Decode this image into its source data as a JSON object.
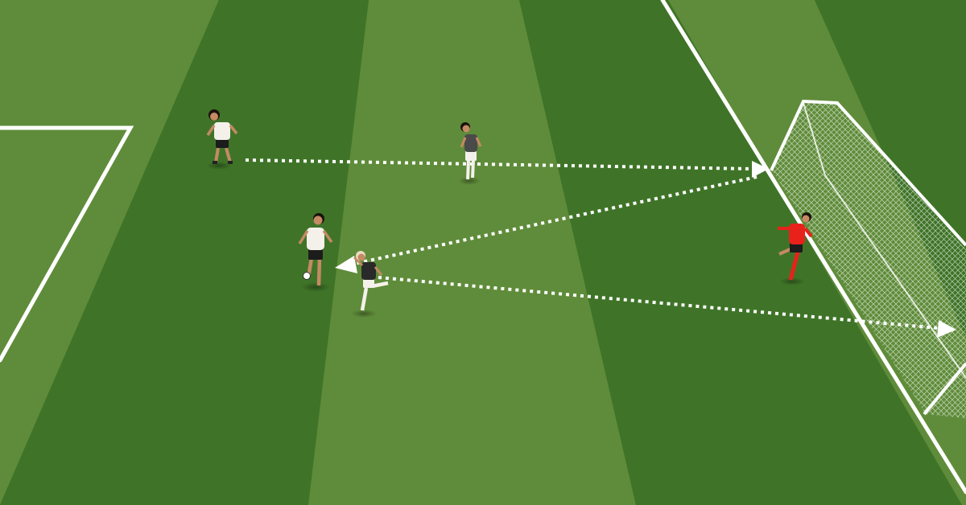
{
  "scene": {
    "type": "soccer-drill-diagram",
    "colors": {
      "stripe_dark": "#3f7428",
      "stripe_light": "#5f8c3a",
      "line": "#ffffff",
      "team_shirt": "#f4f1ea",
      "team_shorts": "#1c1c1c",
      "keeper_kit": "#e8221b",
      "skin": "#c48a64",
      "hair": "#1b120c"
    },
    "players": [
      {
        "role": "outfield",
        "team": "white",
        "label": "player-top-left"
      },
      {
        "role": "outfield",
        "team": "dark",
        "label": "player-top-center"
      },
      {
        "role": "outfield",
        "team": "white",
        "label": "player-middle-left"
      },
      {
        "role": "outfield",
        "team": "white",
        "label": "player-passer"
      },
      {
        "role": "goalkeeper",
        "team": "red",
        "label": "goalkeeper"
      }
    ],
    "arrows": [
      {
        "style": "dotted",
        "meaning": "pass-to-near-post"
      },
      {
        "style": "dotted",
        "meaning": "return-pass"
      },
      {
        "style": "dotted",
        "meaning": "shot-far-post"
      }
    ]
  }
}
